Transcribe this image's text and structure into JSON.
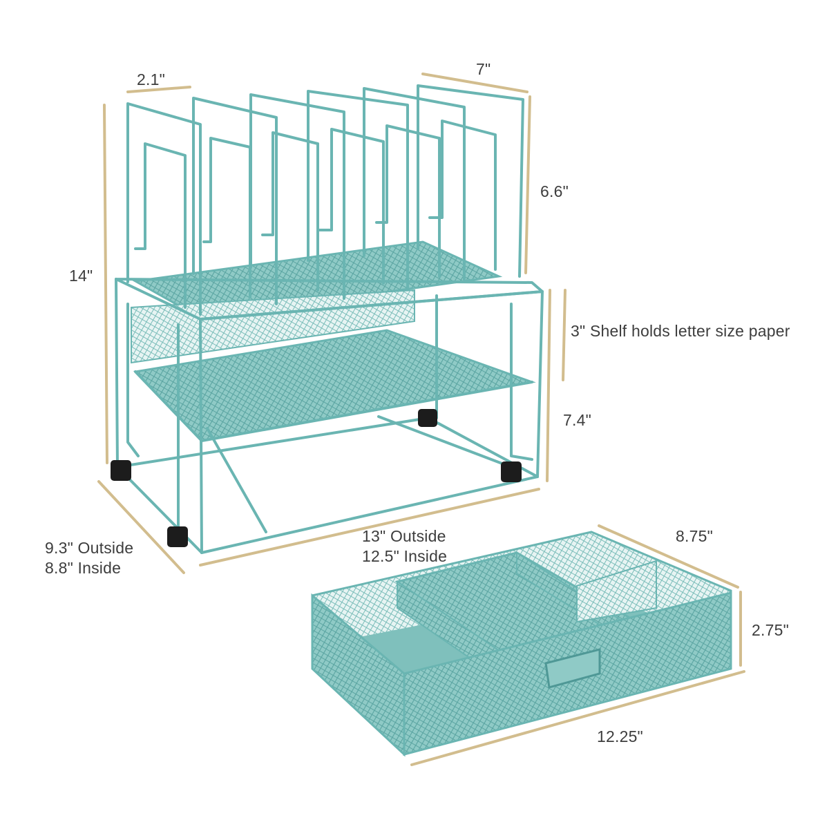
{
  "colors": {
    "product": "#6ab5b2",
    "product_dark": "#4f9896",
    "product_fill": "#8fcac6",
    "dimension_line": "#d2bd8e",
    "foot": "#1c1c1c",
    "label_text": "#3d3d3d"
  },
  "dimensions": {
    "sorter_slot_width": "2.1\"",
    "sorter_depth": "7\"",
    "sorter_height": "6.6\"",
    "total_height": "14\"",
    "shelf_clearance": "3\" Shelf holds letter size paper",
    "shelf_height": "7.4\"",
    "depth_outside": "9.3\" Outside",
    "depth_inside": "8.8\" Inside",
    "width_outside": "13\" Outside",
    "width_inside": "12.5\" Inside",
    "drawer_depth": "8.75\"",
    "drawer_height": "2.75\"",
    "drawer_width": "12.25\""
  }
}
